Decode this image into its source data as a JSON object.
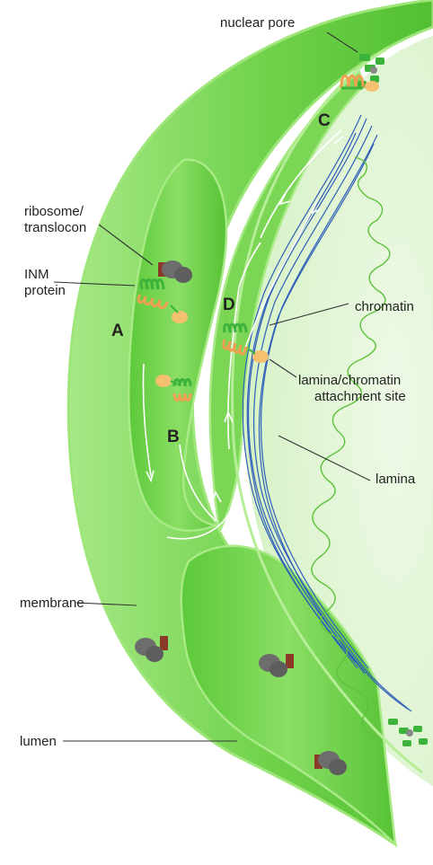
{
  "labels": {
    "nuclear_pore": "nuclear pore",
    "ribosome_line1": "ribosome/",
    "ribosome_line2": "translocon",
    "inm_line1": "INM",
    "inm_line2": "protein",
    "chromatin": "chromatin",
    "attach_line1": "lamina/chromatin",
    "attach_line2": "attachment site",
    "lamina": "lamina",
    "membrane": "membrane",
    "lumen": "lumen"
  },
  "letters": {
    "a": "A",
    "b": "B",
    "c": "C",
    "d": "D"
  },
  "colors": {
    "er_fill": "#7fd95a",
    "er_light": "#c8f0b0",
    "er_edge": "#5cc23a",
    "nucleoplasm": "#e6f7dc",
    "lamina": "#2f5fb8",
    "chromatin": "#5cc23a",
    "protein_orange": "#f0a050",
    "protein_green": "#3cb43c",
    "ribosome": "#6d6d6d",
    "translocon": "#8b3a2a"
  }
}
